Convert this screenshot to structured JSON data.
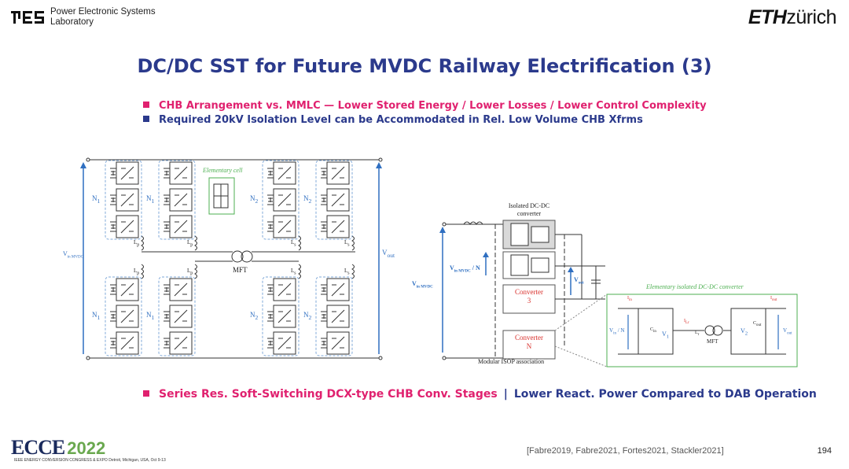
{
  "header": {
    "lab_name_line1": "Power Electronic Systems",
    "lab_name_line2": "Laboratory",
    "eth_bold": "ETH",
    "eth_rest": "zürich"
  },
  "slide": {
    "title": "DC/DC SST for Future MVDC Railway Electrification (3)",
    "bullet1": "CHB Arrangement vs. MMLC —  Lower Stored Energy / Lower Losses / Lower Control Complexity",
    "bullet2": "Required 20kV Isolation Level can be Accommodated in Rel. Low Volume CHB Xfrms",
    "bottom_bullet_a": "Series Res. Soft-Switching DCX-type CHB Conv. Stages",
    "bottom_bullet_sep": "|",
    "bottom_bullet_b": "Lower React. Power Compared to DAB Operation",
    "references": "[Fabre2019, Fabre2021, Fortes2021, Stackler2021]",
    "page_number": "194"
  },
  "left_diagram": {
    "elementary_cell": "Elementary cell",
    "n1": "N",
    "n1_sub": "1",
    "n2": "N",
    "n2_sub": "2",
    "lp": "L",
    "lp_sub": "p",
    "ls": "L",
    "ls_sub": "s",
    "mft": "MFT",
    "vin": "V",
    "vin_sub": "in MVDC",
    "vout": "V",
    "vout_sub": "out"
  },
  "right_diagram": {
    "isolated_dcdc": "Isolated DC-DC",
    "converter": "converter",
    "conv3a": "Converter",
    "conv3b": "3",
    "convNa": "Converter",
    "convNb": "N",
    "isop": "Modular ISOP association",
    "vin": "V",
    "vin_sub": "in MVDC",
    "vin_n": "V",
    "vin_n_sub": "in MVDC",
    "vin_n_tail": " / N",
    "vout": "V",
    "vout_sub": "out",
    "elementary_isolated": "Elementary isolated DC-DC converter",
    "mft": "MFT",
    "inset_vin_n": "V",
    "inset_vin_n_sub": "in",
    "inset_vin_n_tail": " / N",
    "inset_vout": "V",
    "inset_vout_sub": "out",
    "v1": "V",
    "v1_sub": "1",
    "v2": "V",
    "v2_sub": "2",
    "cin": "C",
    "cin_sub": "in",
    "cout": "C",
    "cout_sub": "out",
    "lr": "L",
    "lr_sub": "r",
    "iin": "I",
    "iin_sub": "in",
    "iout": "I",
    "iout_sub": "out",
    "itx": "I",
    "itx_sub": "Lr"
  },
  "footer": {
    "ecce_logo_text": "ECCE",
    "ecce_year": "2022",
    "ecce_caption": "IEEE ENERGY CONVERSION CONGRESS & EXPO  Detroit, Michigan, USA, Oct 9-13"
  },
  "colors": {
    "title_blue": "#2b3a8c",
    "accent_pink": "#e0216f",
    "arrow_blue": "#2f6fc1",
    "elementary_green": "#4caf50",
    "converter_red": "#d9302c"
  }
}
